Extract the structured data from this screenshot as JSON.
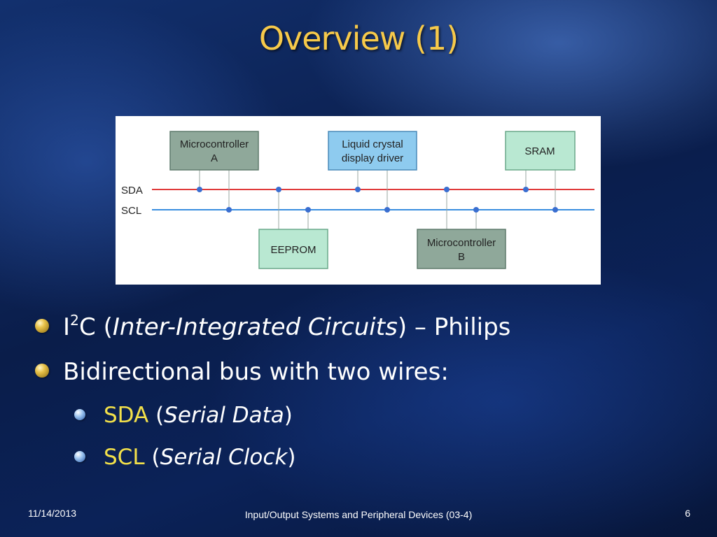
{
  "slide": {
    "title": "Overview (1)"
  },
  "diagram": {
    "bus_labels": {
      "sda": "SDA",
      "scl": "SCL"
    },
    "devices": {
      "mcu_a": {
        "line1": "Microcontroller",
        "line2": "A"
      },
      "lcd": {
        "line1": "Liquid crystal",
        "line2": "display driver"
      },
      "sram": {
        "line1": "SRAM"
      },
      "eeprom": {
        "line1": "EEPROM"
      },
      "mcu_b": {
        "line1": "Microcontroller",
        "line2": "B"
      }
    },
    "colors": {
      "sda_line": "#e03a3a",
      "scl_line": "#3a8ee0",
      "node": "#3a6ed0",
      "dark_box": "#8fa89a",
      "light_box": "#b9e8d2",
      "blue_box": "#8ecbef"
    }
  },
  "bullets": {
    "item1": {
      "prefix": "I",
      "sup": "2",
      "mid": "C (",
      "italic": "Inter-Integrated Circuits",
      "suffix": ") – Philips"
    },
    "item2": {
      "text": "Bidirectional bus with two wires:"
    },
    "sub1": {
      "label": "SDA",
      "open": " (",
      "italic": "Serial Data",
      "close": ")"
    },
    "sub2": {
      "label": "SCL",
      "open": " (",
      "italic": "Serial Clock",
      "close": ")"
    }
  },
  "footer": {
    "date": "11/14/2013",
    "center": "Input/Output Systems and Peripheral Devices (03-4)",
    "page": "6"
  }
}
